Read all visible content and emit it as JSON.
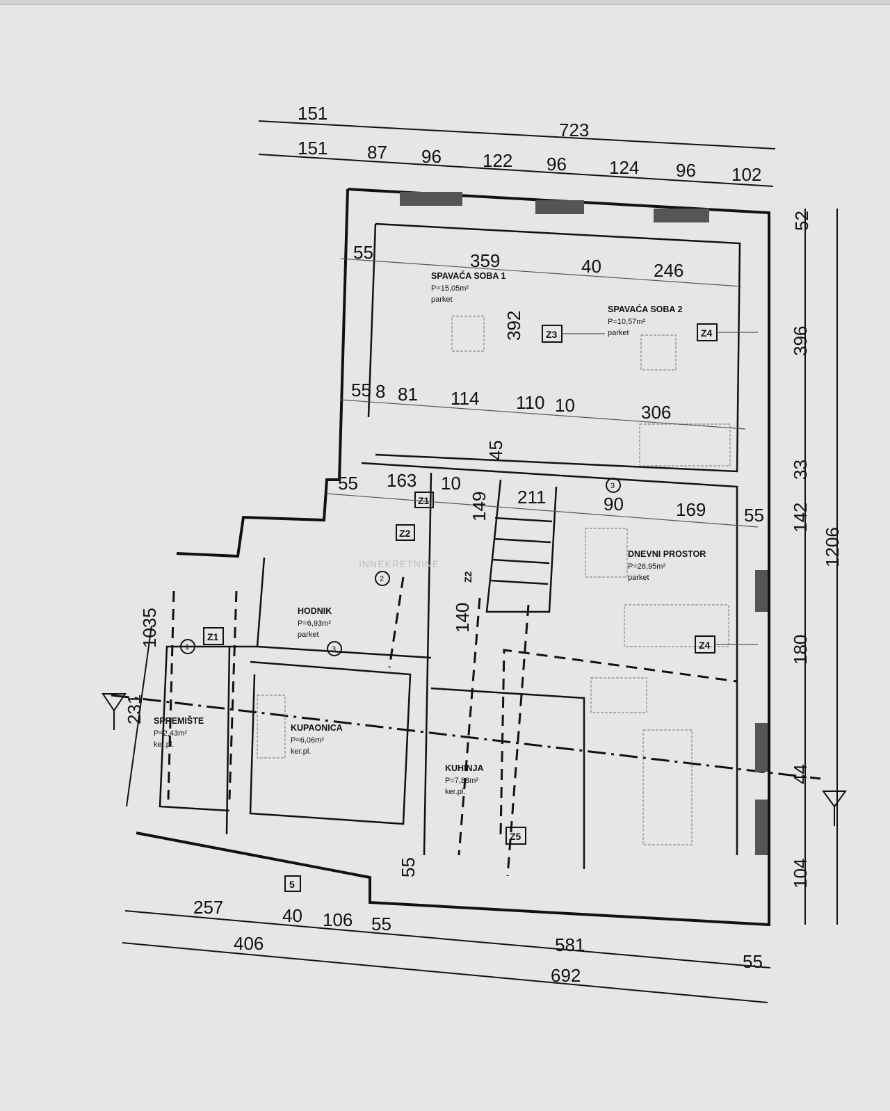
{
  "plan": {
    "watermark": "INNEKRETNINE",
    "rooms": [
      {
        "name": "SPAVAĆA SOBA 1",
        "area": "P=15,05m²",
        "floor": "parket"
      },
      {
        "name": "SPAVAĆA SOBA 2",
        "area": "P=10,57m²",
        "floor": "parket"
      },
      {
        "name": "DNEVNI PROSTOR",
        "area": "P=26,95m²",
        "floor": "parket"
      },
      {
        "name": "HODNIK",
        "area": "P=6,93m²",
        "floor": "parket"
      },
      {
        "name": "SPREMIŠTE",
        "area": "P=2,43m²",
        "floor": "ker.pl."
      },
      {
        "name": "KUPAONICA",
        "area": "P=6,06m²",
        "floor": "ker.pl."
      },
      {
        "name": "KUHINJA",
        "area": "P=7,88m²",
        "floor": "ker.pl."
      }
    ],
    "tags": [
      "Z1",
      "Z2",
      "Z3",
      "Z4",
      "Z4",
      "Z5",
      "Z1",
      "Z2",
      "5"
    ],
    "door_numbers": [
      "1",
      "2",
      "3",
      "3"
    ],
    "dims_top": [
      "151",
      "723",
      "151",
      "87",
      "96",
      "122",
      "96",
      "124",
      "96",
      "102"
    ],
    "dims_inner": [
      "55",
      "359",
      "40",
      "246",
      "392",
      "55",
      "8",
      "81",
      "114",
      "110",
      "10",
      "306",
      "45",
      "55",
      "163",
      "10",
      "211",
      "90",
      "169",
      "55",
      "149",
      "140"
    ],
    "dims_right": [
      "52",
      "396",
      "33",
      "142",
      "1206",
      "180",
      "44",
      "104"
    ],
    "dims_left": [
      "1035",
      "231"
    ],
    "dims_bottom": [
      "257",
      "40",
      "106",
      "55",
      "406",
      "581",
      "55",
      "692",
      "55"
    ]
  }
}
